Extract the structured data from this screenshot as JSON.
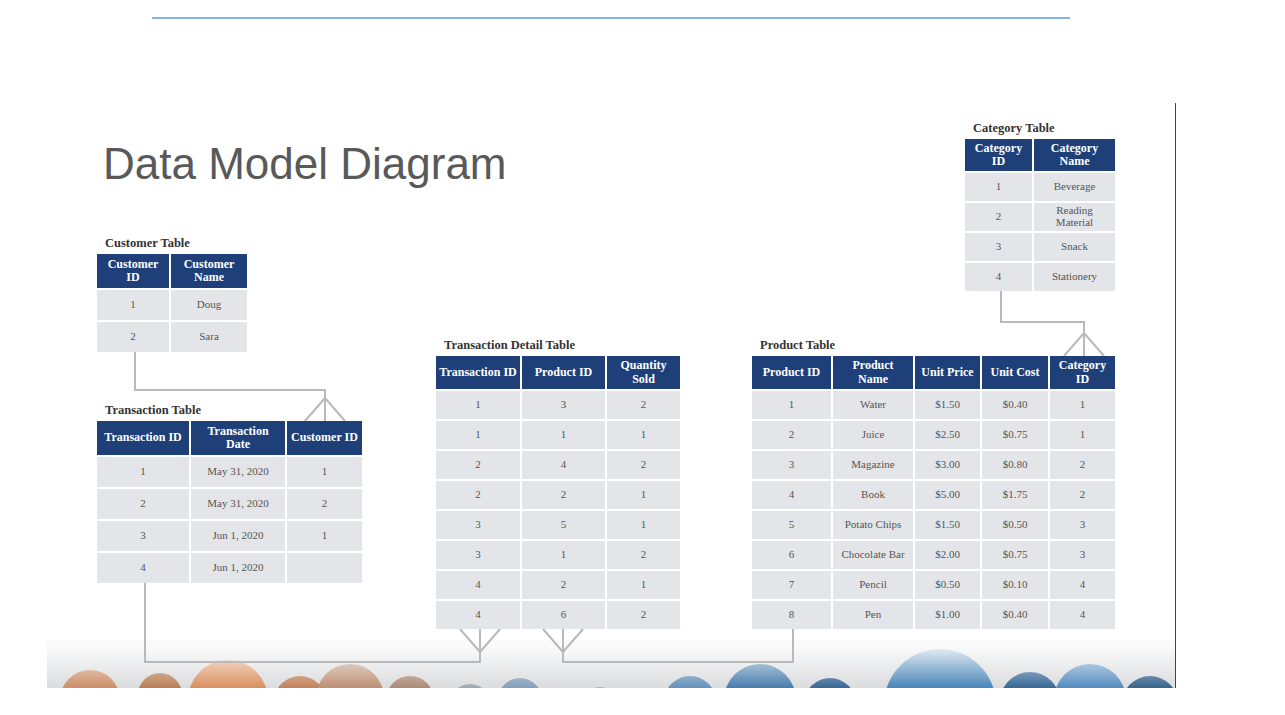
{
  "diagram": {
    "title": "Data Model Diagram",
    "nodes": [
      {
        "text": [
          "Customer Table",
          "Customer ID",
          "Customer Name",
          "1",
          "Doug",
          "2",
          "Sara"
        ]
      },
      {
        "text": [
          "Transaction Table",
          "Transaction ID",
          "Transaction Date",
          "Customer ID",
          "1",
          "May 31, 2020",
          "1",
          "2",
          "May 31, 2020",
          "2",
          "3",
          "Jun 1, 2020",
          "1",
          "4",
          "Jun 1, 2020"
        ]
      },
      {
        "text": [
          "Transaction Detail Table",
          "Transaction ID",
          "Product ID",
          "Quantity Sold",
          "1",
          "3",
          "2",
          "1",
          "1",
          "1",
          "2",
          "4",
          "2",
          "2",
          "2",
          "1",
          "3",
          "5",
          "1",
          "3",
          "1",
          "2",
          "4",
          "2",
          "1",
          "4",
          "6",
          "2"
        ]
      },
      {
        "text": [
          "Product Table",
          "Product ID",
          "Product Name",
          "Unit Price",
          "Unit Cost",
          "Category ID",
          "1",
          "Water",
          "$1.50",
          "$0.40",
          "1",
          "2",
          "Juice",
          "$2.50",
          "$0.75",
          "1",
          "3",
          "Magazine",
          "$3.00",
          "$0.80",
          "2",
          "4",
          "Book",
          "$5.00",
          "$1.75",
          "2",
          "5",
          "Potato Chips",
          "$1.50",
          "$0.50",
          "3",
          "6",
          "Chocolate Bar",
          "$2.00",
          "$0.75",
          "3",
          "7",
          "Pencil",
          "$0.50",
          "$0.10",
          "4",
          "8",
          "Pen",
          "$1.00",
          "$0.40",
          "4"
        ]
      },
      {
        "text": [
          "Category Table",
          "Category ID",
          "Category Name",
          "1",
          "Beverage",
          "2",
          "Reading Material",
          "3",
          "Snack",
          "4",
          "Stationery"
        ]
      }
    ],
    "edges": [
      {
        "from": 0,
        "to": 1,
        "arrow": "to"
      },
      {
        "from": 1,
        "to": 2,
        "arrow": "to"
      },
      {
        "from": 3,
        "to": 2,
        "arrow": "to"
      },
      {
        "from": 4,
        "to": 3,
        "arrow": "to"
      }
    ]
  }
}
